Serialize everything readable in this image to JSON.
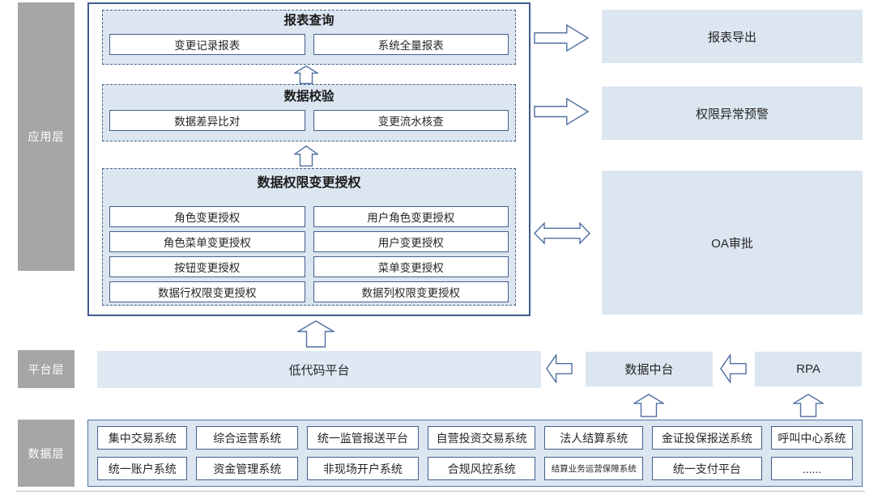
{
  "colors": {
    "accent_border": "#44608c",
    "panel_fill": "#dce6f1",
    "layer_label_bg": "#a6a6a6",
    "arrow_stroke": "#4f6f9f"
  },
  "layers": [
    {
      "label": "应用层"
    },
    {
      "label": "平台层"
    },
    {
      "label": "数据层"
    }
  ],
  "application": {
    "sections": [
      {
        "title": "报表查询",
        "items": [
          "变更记录报表",
          "系统全量报表"
        ]
      },
      {
        "title": "数据校验",
        "items": [
          "数据差异比对",
          "变更流水核查"
        ]
      },
      {
        "title": "数据权限变更授权",
        "items": [
          "角色变更授权",
          "用户角色变更授权",
          "角色菜单变更授权",
          "用户变更授权",
          "按钮变更授权",
          "菜单变更授权",
          "数据行权限变更授权",
          "数据列权限变更授权"
        ]
      }
    ]
  },
  "external": [
    {
      "label": "报表导出"
    },
    {
      "label": "权限异常预警"
    },
    {
      "label": "OA审批"
    }
  ],
  "platform": {
    "low_code_platform": "低代码平台",
    "data_middle_platform": "数据中台",
    "rpa": "RPA"
  },
  "data_layer": {
    "row1": [
      "集中交易系统",
      "综合运营系统",
      "统一监管报送平台",
      "自营投资交易系统",
      "法人结算系统",
      "金证投保报送系统",
      "呼叫中心系统"
    ],
    "row2": [
      "统一账户系统",
      "资金管理系统",
      "非现场开户系统",
      "合规风控系统",
      "结算业务运营保障系统",
      "统一支付平台",
      "......"
    ]
  }
}
